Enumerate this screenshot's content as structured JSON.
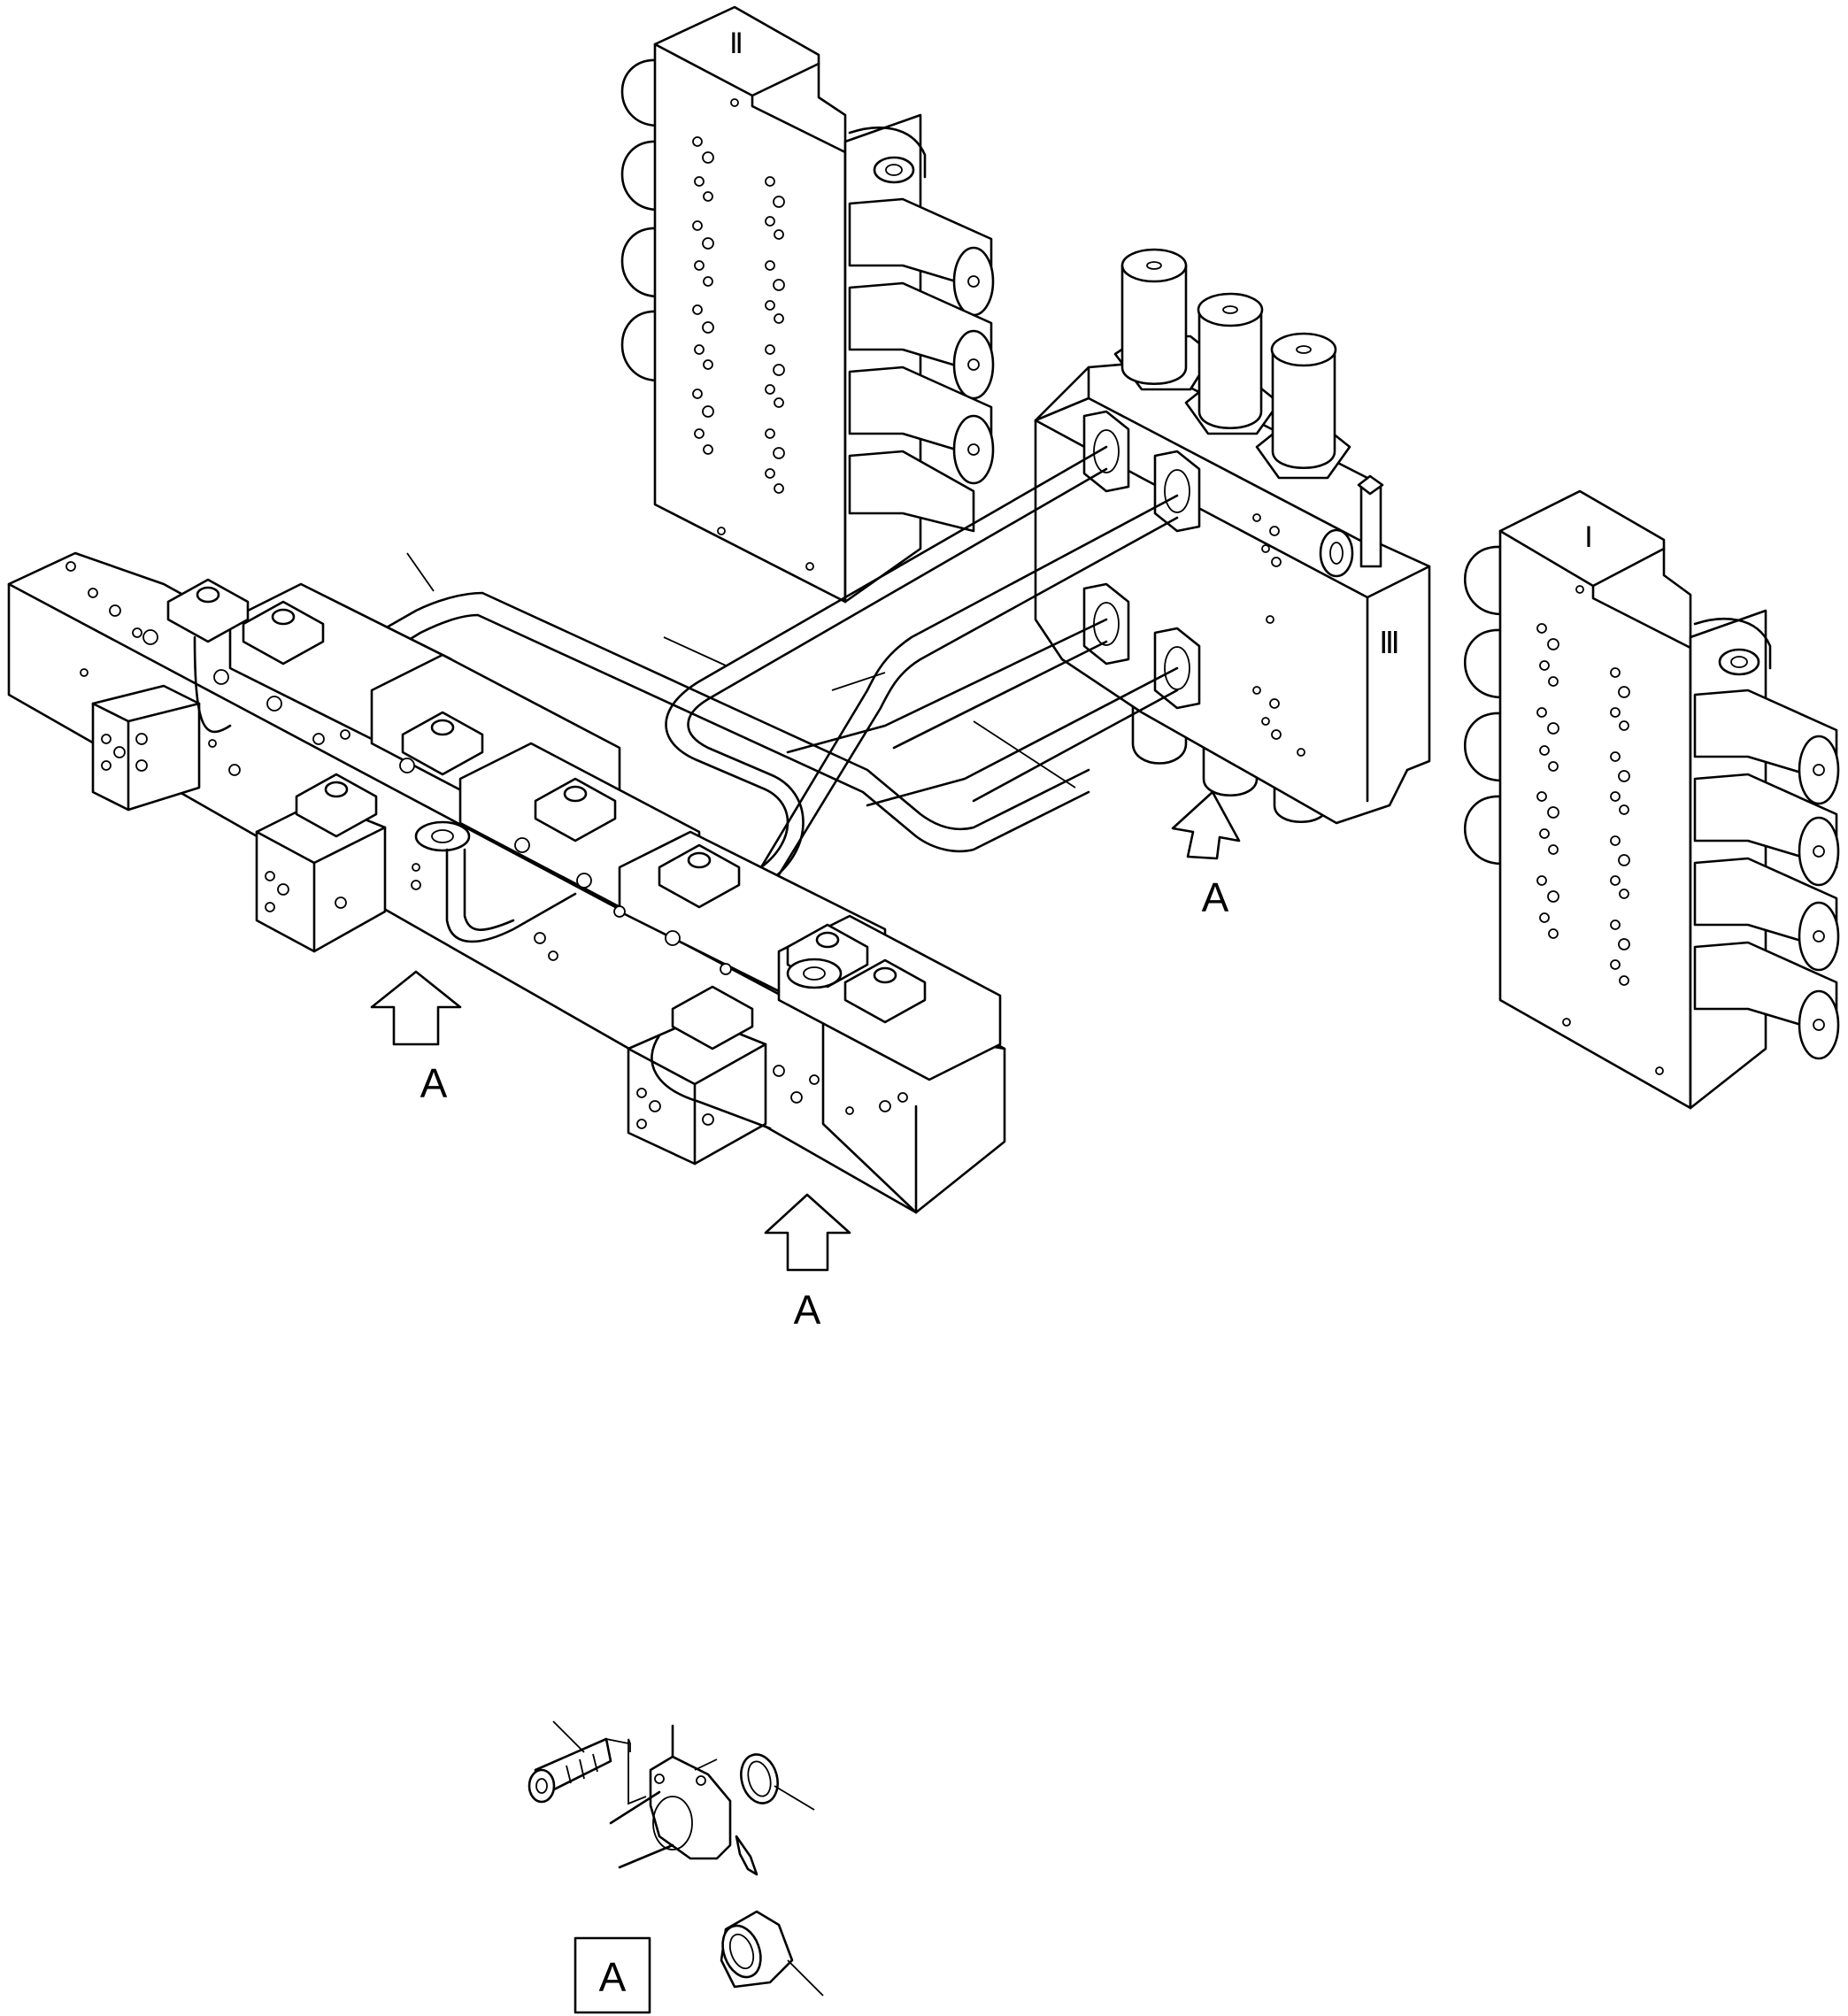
{
  "valve_labels": {
    "valve_1": "Ⅰ",
    "valve_2": "Ⅱ",
    "valve_3": "Ⅲ"
  },
  "view_markers": {
    "arrow_1": "A",
    "arrow_2": "A",
    "arrow_3": "A"
  },
  "detail": {
    "box_label": "A"
  },
  "colors": {
    "line": "#000000",
    "background": "#ffffff"
  }
}
